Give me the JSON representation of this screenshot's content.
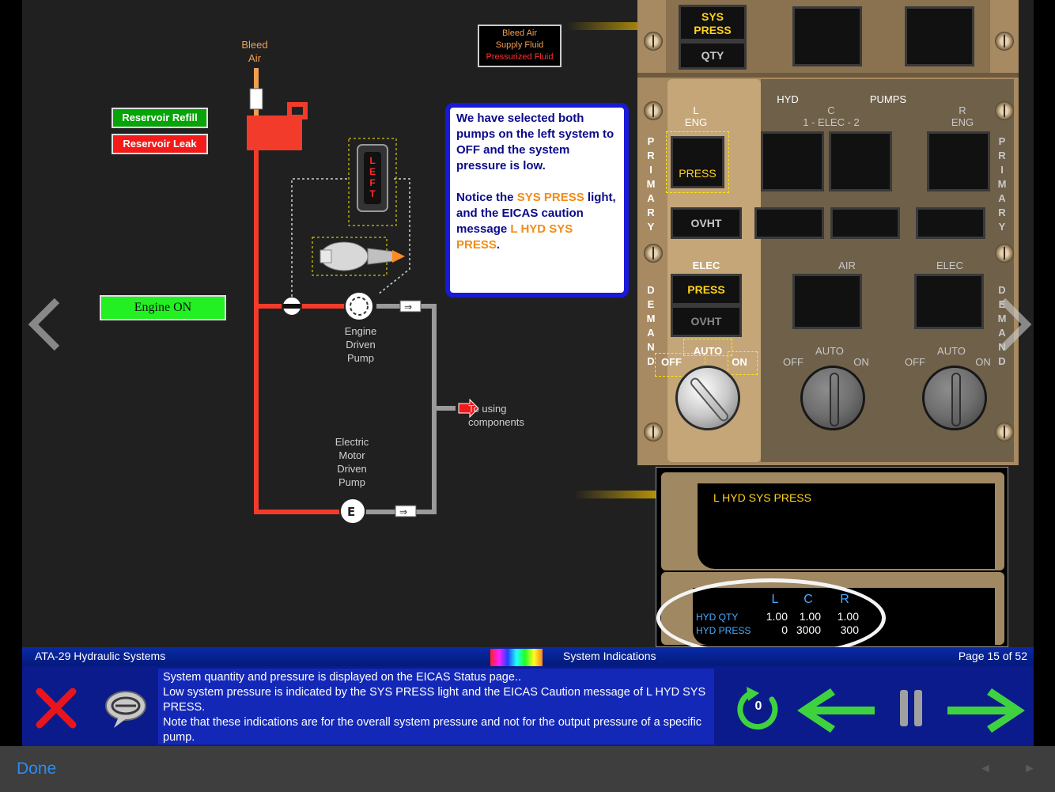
{
  "schematic": {
    "bleed_air_label": "Bleed\nAir",
    "reservoir_refill_label": "Reservoir Refill",
    "reservoir_leak_label": "Reservoir Leak",
    "engine_on_label": "Engine ON",
    "edp_label": "Engine\nDriven\nPump",
    "emdp_label": "Electric\nMotor\nDriven\nPump",
    "to_using_label": "To using\ncomponents",
    "lever_label": "LEFT",
    "legend": [
      "Bleed Air",
      "Supply Fluid",
      "Pressurized Fluid"
    ],
    "colors": {
      "pressurized": "#f23b2a",
      "supply": "#9a9a9a",
      "legend_text": "#ff3030",
      "legend_head": "#f0a050"
    }
  },
  "note": {
    "p1": "We have selected both pumps on the left system to OFF and the system pressure is low.",
    "p2_a": "Notice the ",
    "p2_hl1": "SYS PRESS",
    "p2_b": " light, and the EICAS caution message ",
    "p2_hl2": "L HYD SYS PRESS",
    "p2_c": "."
  },
  "overhead": {
    "sys_press_label": "SYS\nPRESS",
    "qty_label": "QTY",
    "hyd_label": "HYD",
    "pumps_label": "PUMPS",
    "l_eng_label": "L\nENG",
    "c_elec_label": "C\n1 - ELEC - 2",
    "r_eng_label": "R\nENG",
    "primary_vertical": "P\nR\nI\nM\nA\nR\nY",
    "demand_vertical": "D\nE\nM\nA\nN\nD",
    "press_label": "PRESS",
    "ovht_label": "OVHT",
    "elec_label": "ELEC",
    "air_label": "AIR",
    "auto_label": "AUTO",
    "off_label": "OFF",
    "on_label": "ON"
  },
  "eicas": {
    "caution_message": "L HYD SYS PRESS",
    "status": {
      "columns": [
        "L",
        "C",
        "R"
      ],
      "qty_label": "HYD QTY",
      "press_label": "HYD PRESS",
      "qty_values": [
        "1.00",
        "1.00",
        "1.00"
      ],
      "press_values": [
        "0",
        "3000",
        "300"
      ]
    }
  },
  "footer": {
    "course_title": "ATA-29 Hydraulic Systems",
    "section_title": "System Indications",
    "page_indicator": "Page 15 of 52",
    "description": "System quantity and pressure is displayed on the EICAS Status page..\nLow system pressure is indicated by the SYS PRESS light and the EICAS Caution message of  L HYD SYS PRESS.\nNote that these indications are for the overall system pressure and not for the output pressure of a specific pump.",
    "replay_count": "0",
    "done_label": "Done",
    "prev_glyph": "◄",
    "next_glyph": "►"
  },
  "colors": {
    "accent_blue": "#0b1b8c",
    "done_blue": "#2b8cf2",
    "nav_green": "#3fd23f",
    "amber": "#f5c400"
  }
}
